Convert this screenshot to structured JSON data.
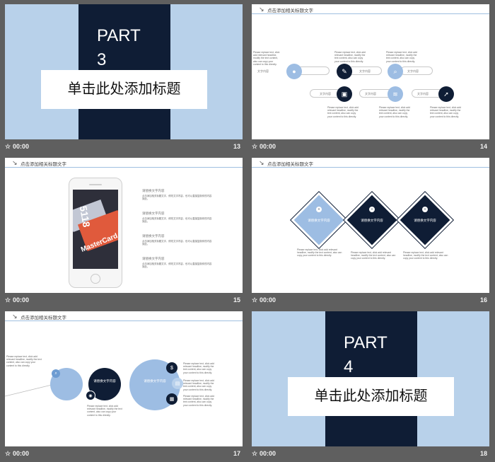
{
  "slides": [
    {
      "number": "13",
      "duration": "00:00",
      "part_label": "PART\n3",
      "title": "单击此处添加标题"
    },
    {
      "number": "14",
      "duration": "00:00",
      "header": "点击添加相关标题文字",
      "node_labels": [
        "文字内容",
        "文字内容",
        "文字内容",
        "文字内容",
        "文字内容",
        "文字内容"
      ],
      "body": "Please replace text, click add relevant headline, modify the text content, also can copy your content to this directly."
    },
    {
      "number": "15",
      "duration": "00:00",
      "header": "点击添加相关标题文字",
      "items": [
        {
          "title": "请替换文字内容",
          "body": "点击添加相关标题文字，修改文字内容，也可以直接复制你的内容到此。"
        },
        {
          "title": "请替换文字内容",
          "body": "点击添加相关标题文字，修改文字内容，也可以直接复制你的内容到此。"
        },
        {
          "title": "请替换文字内容",
          "body": "点击添加相关标题文字，修改文字内容，也可以直接复制你的内容到此。"
        },
        {
          "title": "请替换文字内容",
          "body": "点击添加相关标题文字，修改文字内容，也可以直接复制你的内容到此。"
        }
      ],
      "phone_number": "5118",
      "card_brand": "MasterCard"
    },
    {
      "number": "16",
      "duration": "00:00",
      "header": "点击添加相关标题文字",
      "diamond_text": "请替换文字内容",
      "body": "Please replace text, click add relevant headline, modify the text content, also can copy your content to this directly."
    },
    {
      "number": "17",
      "duration": "00:00",
      "header": "点击添加相关标题文字",
      "circle_text": "请替换文字内容",
      "body": "Please replace text, click add relevant headline, modify the text content, also can copy your content to this directly."
    },
    {
      "number": "18",
      "duration": "00:00",
      "part_label": "PART\n4",
      "title": "单击此处添加标题"
    }
  ],
  "icons": {
    "star": "star-icon",
    "arrow": "arrow-icon",
    "user": "user-icon",
    "pen": "pen-icon",
    "search": "search-icon",
    "briefcase": "briefcase-icon",
    "wifi": "signal-icon",
    "rocket": "rocket-icon",
    "dollar": "dollar-icon",
    "chat": "chat-icon",
    "gift": "gift-icon",
    "camera": "camera-icon",
    "box": "box-icon"
  },
  "colors": {
    "navy": "#0f1d35",
    "light_blue": "#b8d1ea",
    "accent": "#9dbde3",
    "background": "#5f5f5f"
  }
}
